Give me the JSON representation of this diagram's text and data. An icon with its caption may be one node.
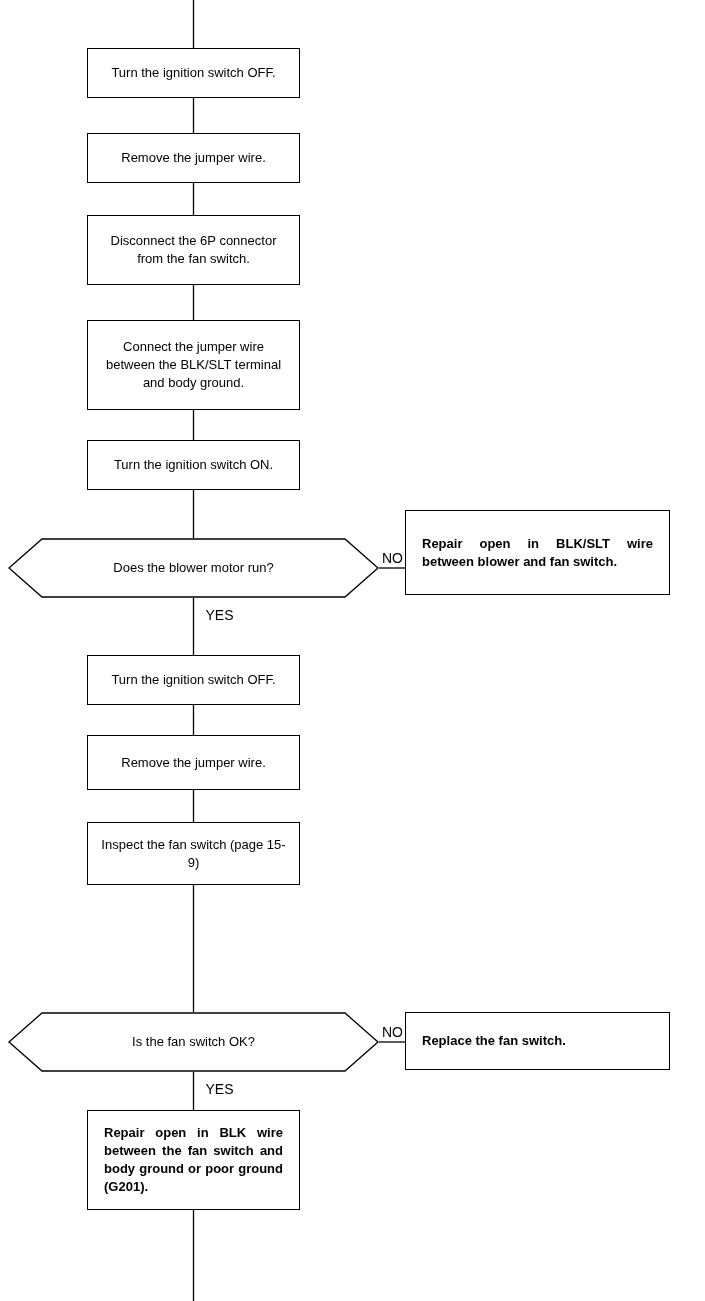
{
  "diagram": {
    "nodes": [
      {
        "text": [
          "Turn the ignition switch OFF."
        ]
      },
      {
        "text": [
          "Remove the jumper wire."
        ]
      },
      {
        "text": [
          "Disconnect the 6P connector from the fan switch."
        ]
      },
      {
        "text": [
          "Connect the jumper wire between the BLK/SLT terminal and body ground."
        ]
      },
      {
        "text": [
          "Turn the ignition switch ON."
        ]
      },
      {
        "text": [
          "Does the blower motor run?"
        ]
      },
      {
        "text": [
          "Repair open in BLK/SLT wire between blower and fan switch."
        ]
      },
      {
        "text": [
          "Turn the ignition switch OFF."
        ]
      },
      {
        "text": [
          "Remove the jumper wire."
        ]
      },
      {
        "text": [
          "Inspect the fan switch (page 15-9)"
        ]
      },
      {
        "text": [
          "Is the fan switch OK?"
        ]
      },
      {
        "text": [
          "Replace the fan switch."
        ]
      },
      {
        "text": [
          "Repair open in BLK wire between the fan switch and body ground or poor ground (G201)."
        ]
      }
    ],
    "edges": [
      {
        "from": null,
        "to": 0,
        "arrow": "none"
      },
      {
        "from": 0,
        "to": 1,
        "arrow": "none"
      },
      {
        "from": 1,
        "to": 2,
        "arrow": "none"
      },
      {
        "from": 2,
        "to": 3,
        "arrow": "none"
      },
      {
        "from": 3,
        "to": 4,
        "arrow": "none"
      },
      {
        "from": 4,
        "to": 5,
        "arrow": "none"
      },
      {
        "from": 5,
        "to": 6,
        "arrow": "none",
        "label": "NO"
      },
      {
        "from": 5,
        "to": 7,
        "arrow": "none",
        "label": "YES"
      },
      {
        "from": 7,
        "to": 8,
        "arrow": "none"
      },
      {
        "from": 8,
        "to": 9,
        "arrow": "none"
      },
      {
        "from": 9,
        "to": 10,
        "arrow": "none"
      },
      {
        "from": 10,
        "to": 11,
        "arrow": "none",
        "label": "NO"
      },
      {
        "from": 10,
        "to": 12,
        "arrow": "none",
        "label": "YES"
      },
      {
        "from": 12,
        "to": null,
        "arrow": "none"
      }
    ]
  }
}
